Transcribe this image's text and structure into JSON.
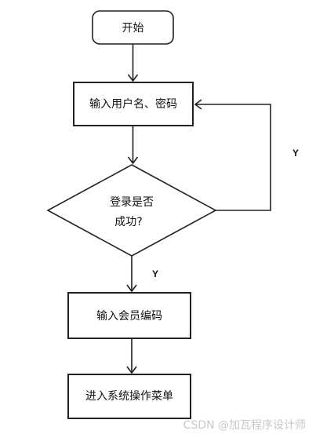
{
  "flowchart": {
    "start": "开始",
    "input_credentials": "输入用户名、密码",
    "decision_line1": "登录是否",
    "decision_line2": "成功?",
    "label_loop": "Y",
    "label_down": "Y",
    "input_member_code": "输入会员编码",
    "enter_menu": "进入系统操作菜单"
  },
  "watermark": "CSDN @加瓦程序设计师"
}
